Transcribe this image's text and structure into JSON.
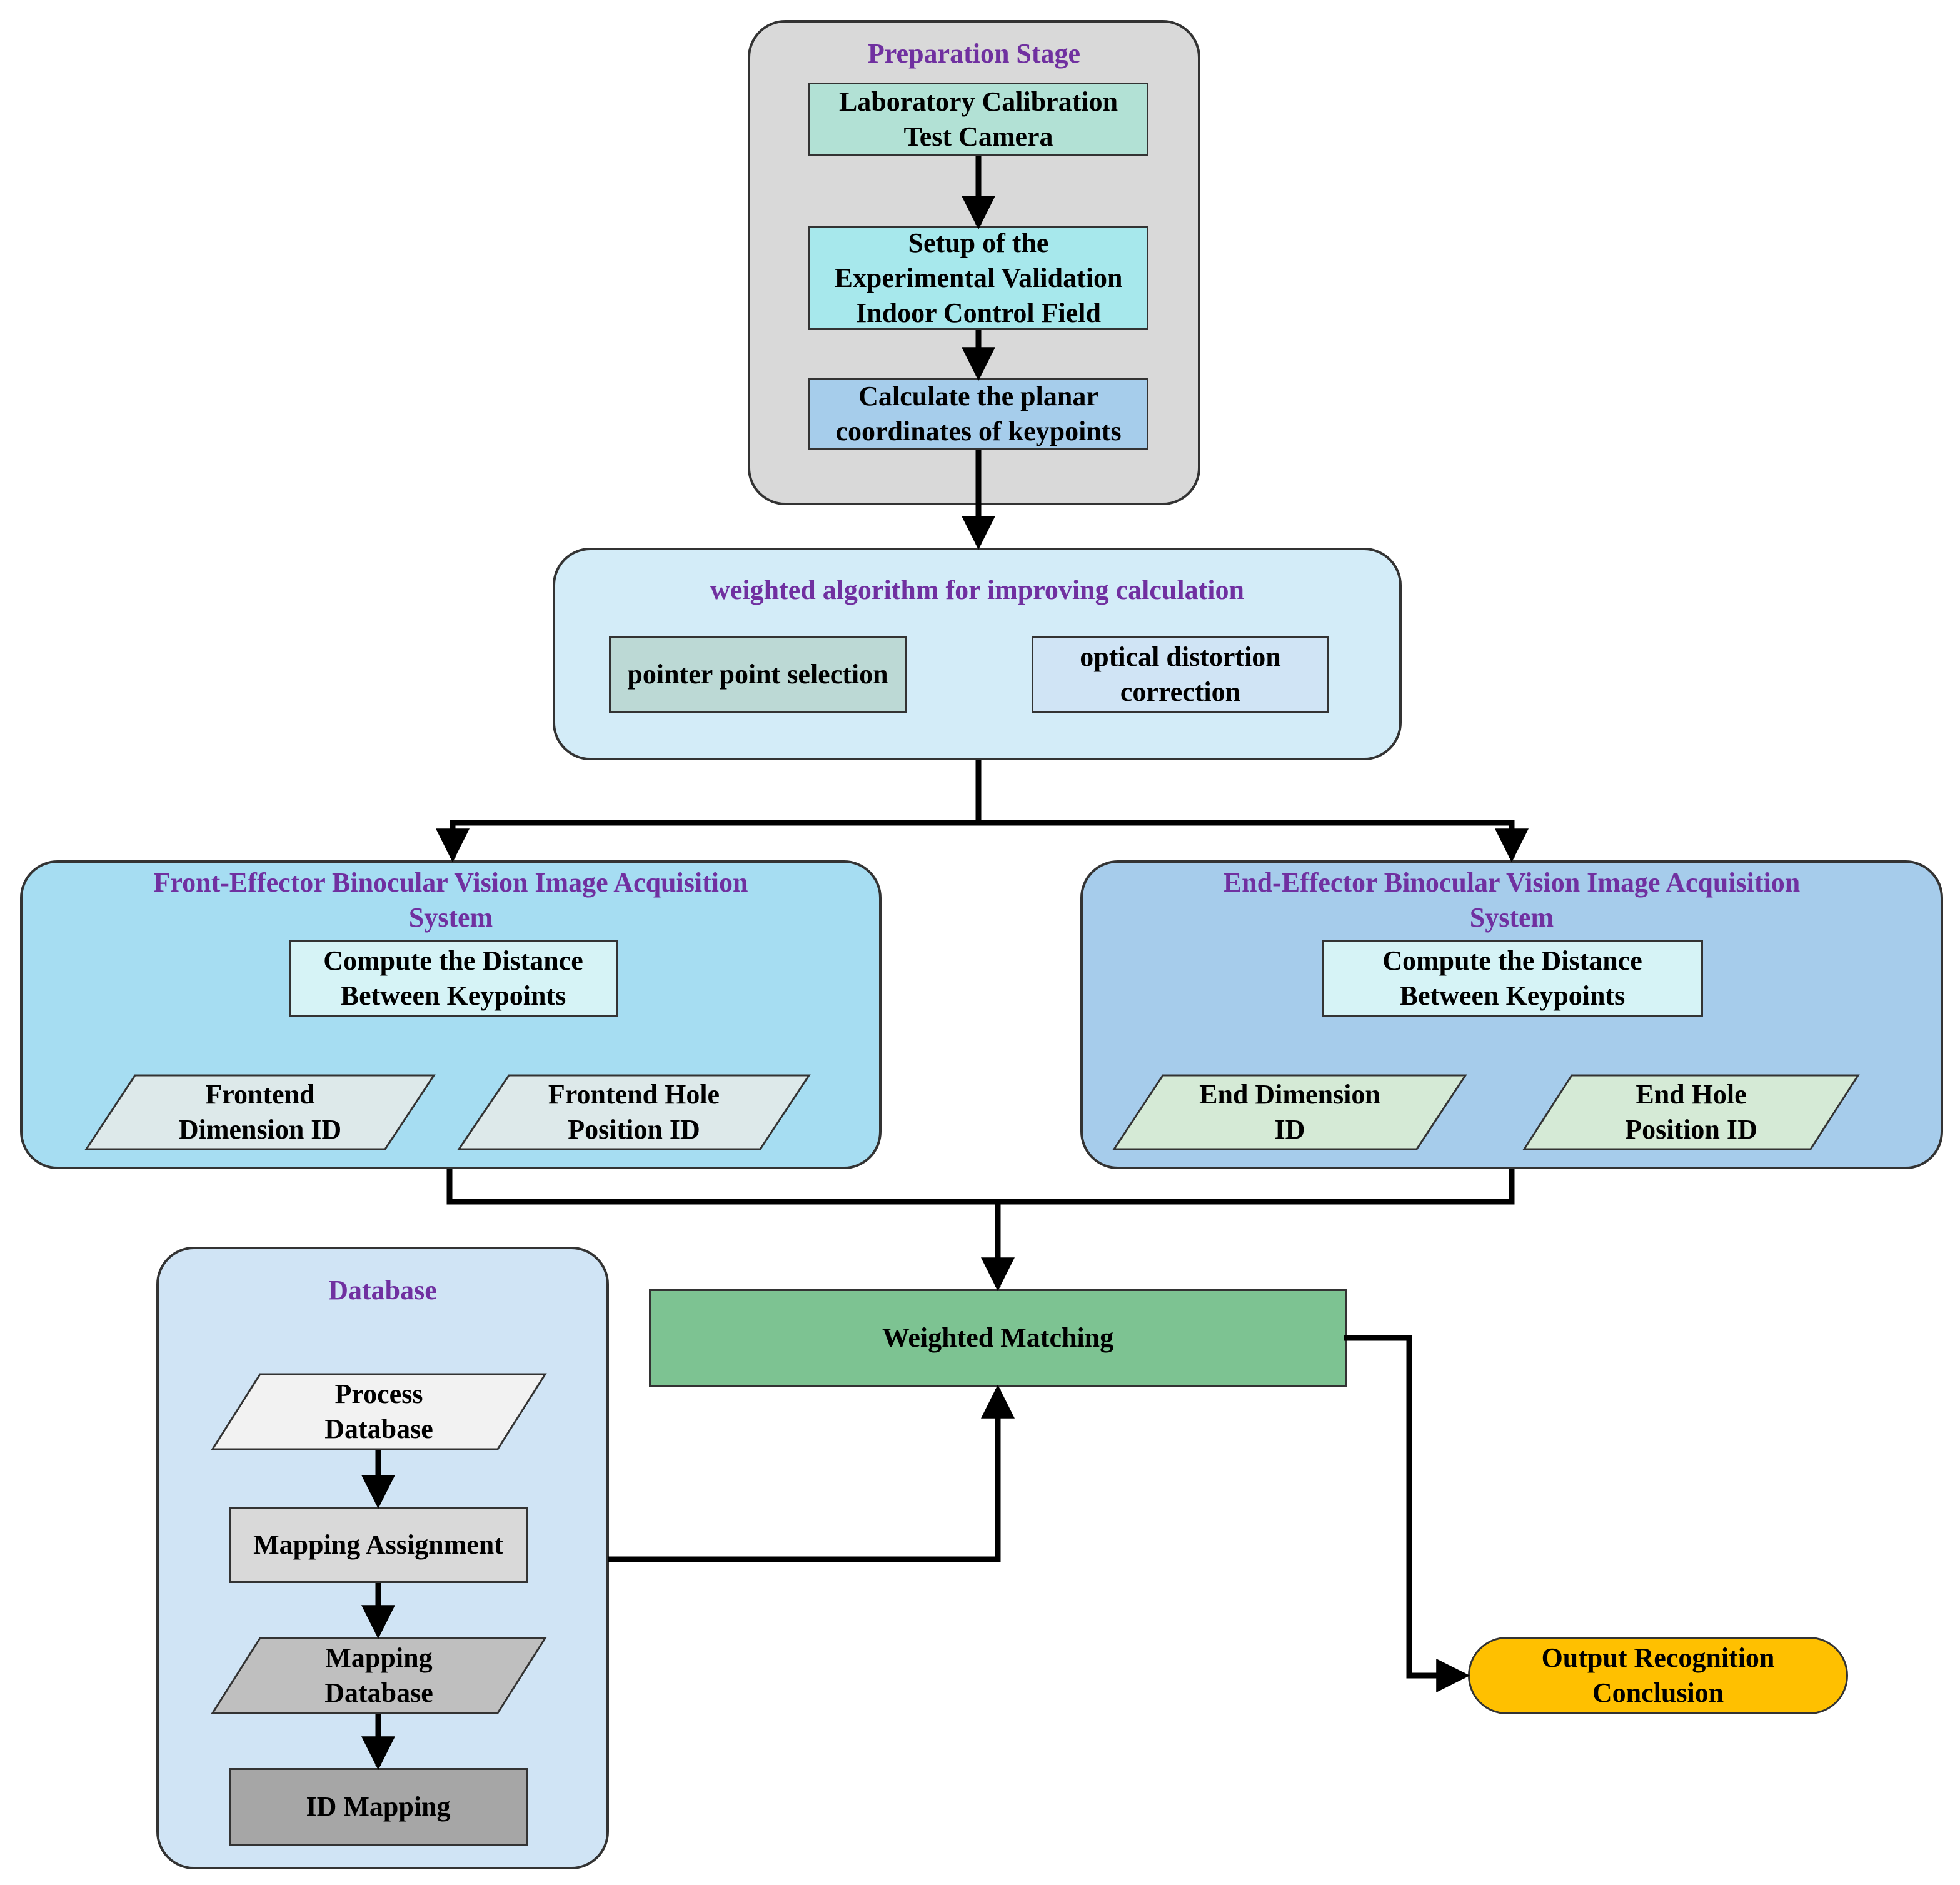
{
  "colors": {
    "title_purple": "#7030A0",
    "prep_bg": "#D9D9D9",
    "lab_calibration": "#B2E1D5",
    "setup": "#A7E8EC",
    "calculate": "#A6CDEB",
    "weighted_bg": "#D3ECF8",
    "pointer": "#BCD9D5",
    "optical": "#D0E4F5",
    "front_bg": "#A6DDF2",
    "end_bg": "#A6CCEB",
    "compute": "#D6F3F6",
    "front_para": "#DDE9EA",
    "end_para": "#D5EAD6",
    "database_bg": "#D0E4F5",
    "weighted_matching": "#7DC392",
    "output": "#FFC000",
    "process_db": "#F2F2F2",
    "mapping_assignment": "#D9D9D9",
    "mapping_db": "#BFBFBF",
    "id_mapping": "#A6A6A6"
  },
  "preparation": {
    "title": "Preparation Stage",
    "lab_calibration": "Laboratory Calibration\nTest Camera",
    "setup": "Setup of the\nExperimental Validation\nIndoor Control Field",
    "calculate": "Calculate the planar\ncoordinates of keypoints"
  },
  "weighted_algorithm": {
    "title": "weighted algorithm for improving calculation",
    "pointer": "pointer point selection",
    "optical": "optical distortion\ncorrection"
  },
  "front_system": {
    "title": "Front-Effector Binocular Vision Image Acquisition\nSystem",
    "compute": "Compute the Distance\nBetween Keypoints",
    "dimension_id": "Frontend\nDimension ID",
    "hole_id": "Frontend Hole\nPosition ID"
  },
  "end_system": {
    "title": "End-Effector Binocular Vision Image Acquisition\nSystem",
    "compute": "Compute the Distance\nBetween Keypoints",
    "dimension_id": "End Dimension\nID",
    "hole_id": "End Hole\nPosition ID"
  },
  "database": {
    "title": "Database",
    "process": "Process\nDatabase",
    "mapping_assignment": "Mapping Assignment",
    "mapping_database": "Mapping\nDatabase",
    "id_mapping": "ID Mapping"
  },
  "weighted_matching": "Weighted Matching",
  "output": "Output Recognition\nConclusion"
}
